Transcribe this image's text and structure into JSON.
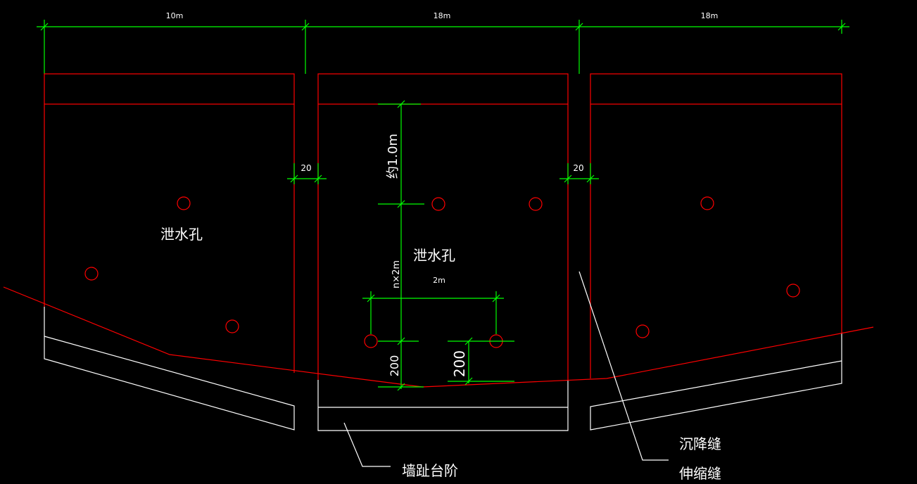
{
  "drawing": {
    "top_dims": [
      "10m",
      "18m",
      "18m"
    ],
    "gap_dims": [
      "20",
      "20"
    ],
    "vertical_dims": {
      "spacing_top": "约1.0m",
      "spacing_vertical": "n×2m",
      "bottom_left": "200",
      "bottom_right": "200",
      "horizontal_spacing": "2m"
    },
    "labels": {
      "drain_hole_left": "泄水孔",
      "drain_hole_center": "泄水孔",
      "footing_step": "墙趾台阶",
      "settlement_joint": "沉降缝",
      "expansion_joint": "伸缩缝"
    },
    "colors": {
      "background": "#000000",
      "wall_outline": "#ff0000",
      "dimension": "#00ff00",
      "foundation": "#ffffff"
    }
  }
}
